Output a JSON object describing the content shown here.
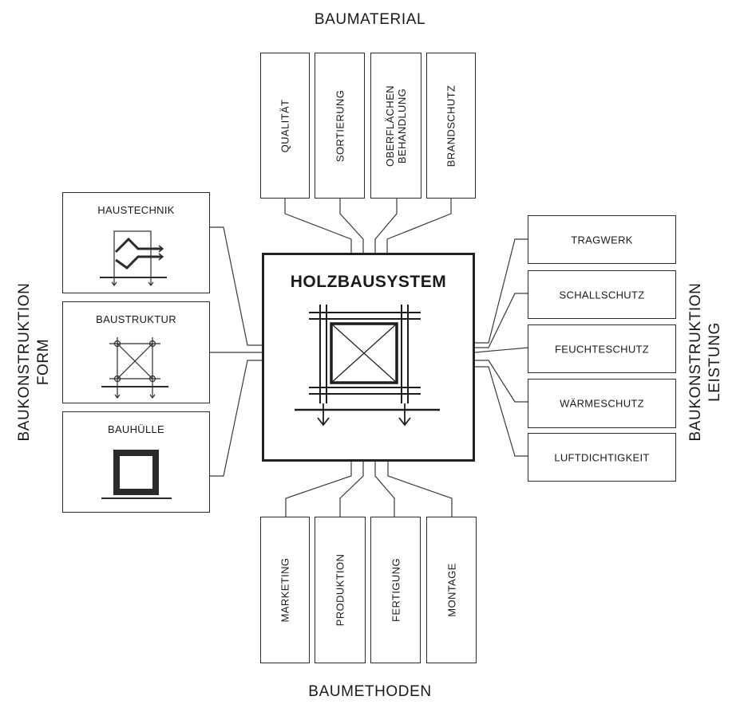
{
  "center": {
    "title": "HOLZBAUSYSTEM",
    "icon": "timber-frame-grid-icon"
  },
  "top": {
    "title": "BAUMATERIAL",
    "items": [
      "QUALITÄT",
      "SORTIERUNG",
      "OBERFLÄCHEN\nBEHANDLUNG",
      "BRANDSCHUTZ"
    ]
  },
  "bottom": {
    "title": "BAUMETHODEN",
    "items": [
      "MARKETING",
      "PRODUKTION",
      "FERTIGUNG",
      "MONTAGE"
    ]
  },
  "left": {
    "title_line1": "BAUKONSTRUKTION",
    "title_line2": "FORM",
    "items": [
      {
        "label": "HAUSTECHNIK",
        "icon": "haustechnik-pipes-icon"
      },
      {
        "label": "BAUSTRUKTUR",
        "icon": "baustruktur-grid-icon"
      },
      {
        "label": "BAUHÜLLE",
        "icon": "bauhuelle-square-icon"
      }
    ]
  },
  "right": {
    "title_line1": "BAUKONSTRUKTION",
    "title_line2": "LEISTUNG",
    "items": [
      "TRAGWERK",
      "SCHALLSCHUTZ",
      "FEUCHTESCHUTZ",
      "WÄRMESCHUTZ",
      "LUFTDICHTIGKEIT"
    ]
  }
}
